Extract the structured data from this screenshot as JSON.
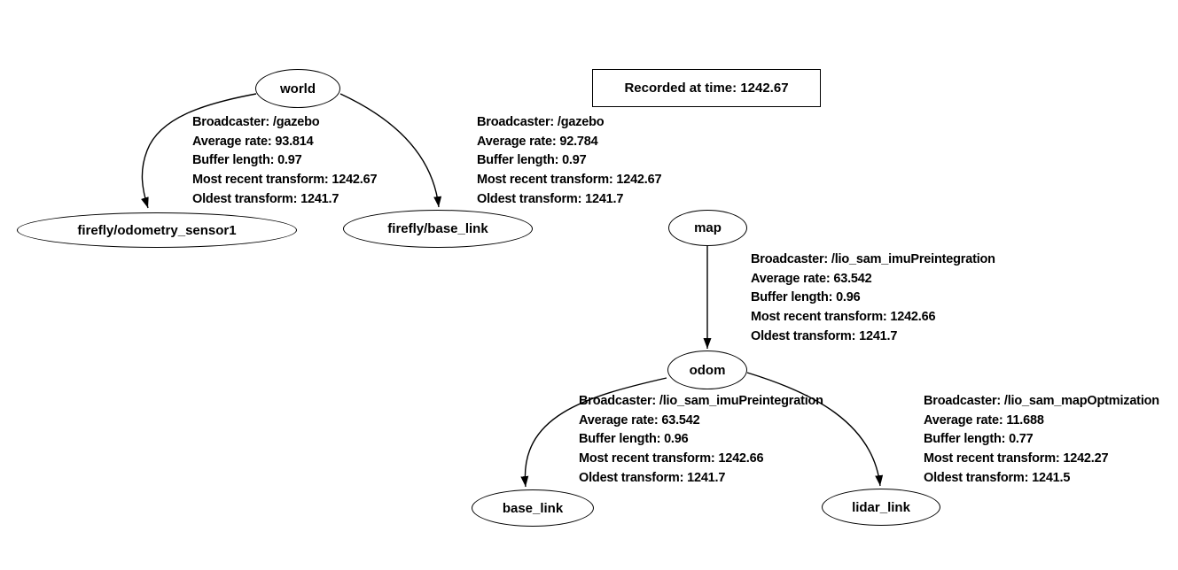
{
  "diagram": {
    "recorded_at_label": "Recorded at time: 1242.67"
  },
  "nodes": [
    {
      "label": "world"
    },
    {
      "label": "firefly/odometry_sensor1"
    },
    {
      "label": "firefly/base_link"
    },
    {
      "label": "map"
    },
    {
      "label": "odom"
    },
    {
      "label": "base_link"
    },
    {
      "label": "lidar_link"
    }
  ],
  "edges": [
    {
      "from": "world",
      "to": "firefly/odometry_sensor1",
      "lines": [
        "Broadcaster: /gazebo",
        "Average rate: 93.814",
        "Buffer length: 0.97",
        "Most recent transform: 1242.67",
        "Oldest transform: 1241.7"
      ]
    },
    {
      "from": "world",
      "to": "firefly/base_link",
      "lines": [
        "Broadcaster: /gazebo",
        "Average rate: 92.784",
        "Buffer length: 0.97",
        "Most recent transform: 1242.67",
        "Oldest transform: 1241.7"
      ]
    },
    {
      "from": "map",
      "to": "odom",
      "lines": [
        "Broadcaster: /lio_sam_imuPreintegration",
        "Average rate: 63.542",
        "Buffer length: 0.96",
        "Most recent transform: 1242.66",
        "Oldest transform: 1241.7"
      ]
    },
    {
      "from": "odom",
      "to": "base_link",
      "lines": [
        "Broadcaster: /lio_sam_imuPreintegration",
        "Average rate: 63.542",
        "Buffer length: 0.96",
        "Most recent transform: 1242.66",
        "Oldest transform: 1241.7"
      ]
    },
    {
      "from": "odom",
      "to": "lidar_link",
      "lines": [
        "Broadcaster: /lio_sam_mapOptmization",
        "Average rate: 11.688",
        "Buffer length: 0.77",
        "Most recent transform: 1242.27",
        "Oldest transform: 1241.5"
      ]
    }
  ],
  "colors": {
    "stroke": "#000000",
    "background": "#ffffff",
    "text": "#000000"
  }
}
